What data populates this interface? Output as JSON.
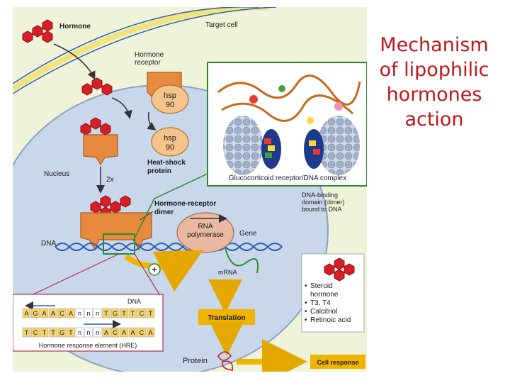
{
  "title_lines": [
    "Mechanism",
    "of lipophilic",
    "hormones",
    "action"
  ],
  "labels": {
    "hormone": "Hormone",
    "target_cell": "Target cell",
    "hormone_receptor": [
      "Hormone",
      "receptor"
    ],
    "hsp": "hsp",
    "hsp_num": "90",
    "heat_shock": [
      "Heat-shock",
      "protein"
    ],
    "nucleus": "Nucleus",
    "twox": "2x",
    "dimer": [
      "Hormone-receptor",
      "dimer"
    ],
    "complex": "Glucocorticoid receptor/DNA complex",
    "dna_binding": [
      "DNA-binding",
      "domain (dimer)",
      "bound to DNA"
    ],
    "rna_pol": [
      "RNA",
      "polymerase"
    ],
    "gene": "Gene",
    "dna": "DNA",
    "mrna": "mRNA",
    "plus": "+",
    "translation": "Translation",
    "protein": "Protein",
    "cell_response": "Cell response",
    "hre_dna": "DNA",
    "hre_caption": "Hormone response element (HRE)",
    "legend": [
      "Steroid",
      "hormone",
      "T3, T4",
      "Calcitriol",
      "Retinoic acid"
    ]
  },
  "hre_seq": {
    "top": [
      "A",
      "G",
      "A",
      "A",
      "C",
      "A",
      "n",
      "n",
      "n",
      "T",
      "G",
      "T",
      "T",
      "C",
      "T"
    ],
    "bottom": [
      "T",
      "C",
      "T",
      "T",
      "G",
      "T",
      "n",
      "n",
      "n",
      "A",
      "C",
      "A",
      "A",
      "C",
      "A"
    ]
  },
  "colors": {
    "title": "#c0171b",
    "cell_bg": "#eef3d9",
    "nucleus": "#c8d7ea",
    "receptor": "#e88a3e",
    "hormone": "#d61e25",
    "box_yellow": "#f0b400",
    "dna": "#2a5fb5",
    "complex_border": "#2d8a2d"
  },
  "icons": [
    "hormone-hexagon-icon",
    "protein-coil-icon",
    "plus-circle-icon"
  ]
}
